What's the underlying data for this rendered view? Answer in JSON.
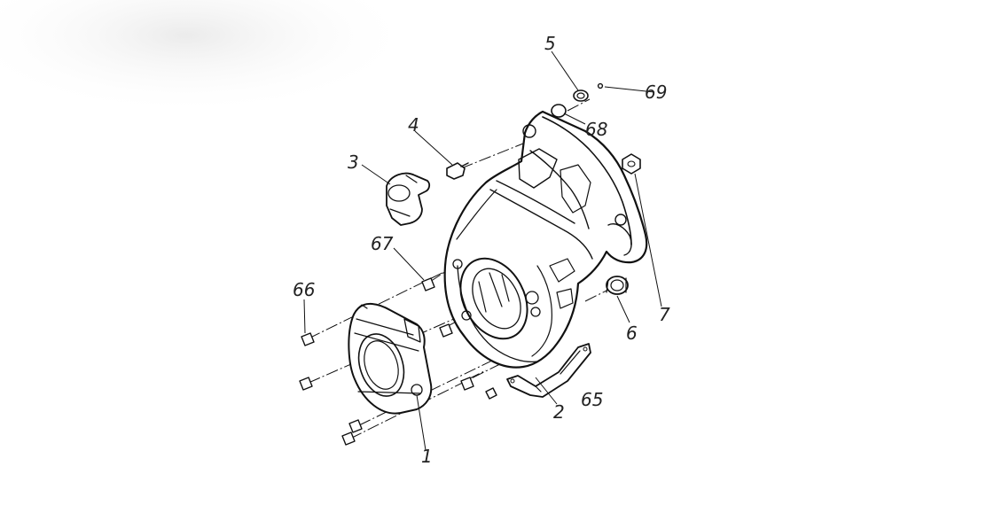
{
  "diagram": {
    "labels": {
      "p1": "1",
      "p2": "2",
      "p3": "3",
      "p4": "4",
      "p5": "5",
      "p6": "6",
      "p7": "7",
      "p65": "65",
      "p66": "66",
      "p67": "67",
      "p68": "68",
      "p69": "69"
    }
  }
}
